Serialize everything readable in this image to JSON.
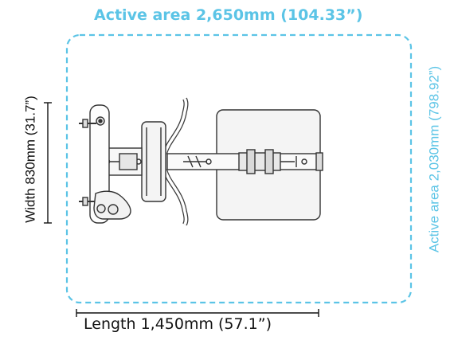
{
  "labels": {
    "active_area_length": "Active area 2,650mm (104.33”)",
    "active_area_width": "Active area 2,030mm  (798.92”)",
    "width": "Width 830mm (31.7”)",
    "length": "Length 1,450mm (57.1”)"
  },
  "colors": {
    "active_area": "#5bc4e6",
    "equipment_stroke": "#333333",
    "dimension": "#111111"
  },
  "icons": [
    "bench-equipment-drawing"
  ]
}
